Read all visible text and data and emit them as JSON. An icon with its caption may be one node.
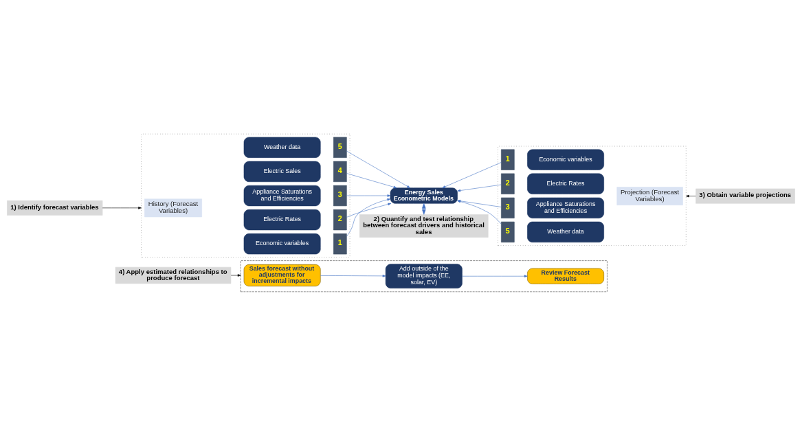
{
  "diagram": {
    "nodes": [
      {
        "text": [
          "1) Identify forecast variables"
        ]
      },
      {
        "text": [],
        "shape": "box"
      },
      {
        "text": [
          "History (Forecast Variables)"
        ],
        "in": 1
      },
      {
        "text": [
          "Economic variables"
        ],
        "in": 1
      },
      {
        "text": [
          "1"
        ],
        "in": 1
      },
      {
        "text": [
          "Electric Rates"
        ],
        "in": 1
      },
      {
        "text": [
          "2"
        ],
        "in": 1
      },
      {
        "text": [
          "Appliance Saturations and Efficiencies"
        ],
        "in": 1
      },
      {
        "text": [
          "3"
        ],
        "in": 1
      },
      {
        "text": [
          "Electric Sales"
        ],
        "in": 1
      },
      {
        "text": [
          "4"
        ],
        "in": 1
      },
      {
        "text": [
          "Weather data"
        ],
        "in": 1
      },
      {
        "text": [
          "5"
        ],
        "in": 1
      },
      {
        "text": [
          "2) Quantify and test relationship between forecast drivers and historical sales"
        ]
      },
      {
        "text": [
          "Energy Sales Econometric Models"
        ]
      },
      {
        "text": [
          "3) Obtain variable projections"
        ]
      },
      {
        "text": [],
        "shape": "box"
      },
      {
        "text": [
          "1"
        ],
        "in": 16
      },
      {
        "text": [
          "Economic variables"
        ],
        "in": 16
      },
      {
        "text": [
          "2"
        ],
        "in": 16
      },
      {
        "text": [
          "Electric Rates"
        ],
        "in": 16
      },
      {
        "text": [
          "3"
        ],
        "in": 16
      },
      {
        "text": [
          "Appliance Saturations and Efficiencies"
        ],
        "in": 16
      },
      {
        "text": [
          "5"
        ],
        "in": 16
      },
      {
        "text": [
          "Weather data"
        ],
        "in": 16
      },
      {
        "text": [
          "Projection (Forecast Variables)"
        ],
        "in": 16
      },
      {
        "text": [
          "4) Apply estimated relationships to produce forecast"
        ]
      },
      {
        "text": [],
        "shape": "box"
      },
      {
        "text": [
          "Sales forecast without adjustments for incremental impacts"
        ],
        "in": 27
      },
      {
        "text": [
          "Add outside of the model impacts (EE, solar, EV)"
        ],
        "in": 27
      },
      {
        "text": [
          "Review Forecast Results"
        ],
        "in": 27
      }
    ],
    "edges": [
      {
        "from": 0,
        "to": 1,
        "arrow": "to",
        "color": "#000000"
      },
      {
        "from": 4,
        "to": 14,
        "arrow": "to"
      },
      {
        "from": 6,
        "to": 14,
        "arrow": "to"
      },
      {
        "from": 8,
        "to": 14,
        "arrow": "to"
      },
      {
        "from": 10,
        "to": 14,
        "arrow": "to"
      },
      {
        "from": 12,
        "to": 14,
        "arrow": "to"
      },
      {
        "from": 14,
        "to": 13,
        "arrow": "both"
      },
      {
        "from": 17,
        "to": 14,
        "arrow": "to"
      },
      {
        "from": 19,
        "to": 14,
        "arrow": "to"
      },
      {
        "from": 21,
        "to": 14,
        "arrow": "to"
      },
      {
        "from": 23,
        "to": 14,
        "arrow": "to"
      },
      {
        "from": 15,
        "to": 16,
        "arrow": "to",
        "color": "#000000"
      },
      {
        "from": 26,
        "to": 27,
        "arrow": "to",
        "color": "#000000"
      },
      {
        "from": 28,
        "to": 29,
        "arrow": "to"
      },
      {
        "from": 29,
        "to": 30,
        "arrow": "to"
      }
    ]
  }
}
